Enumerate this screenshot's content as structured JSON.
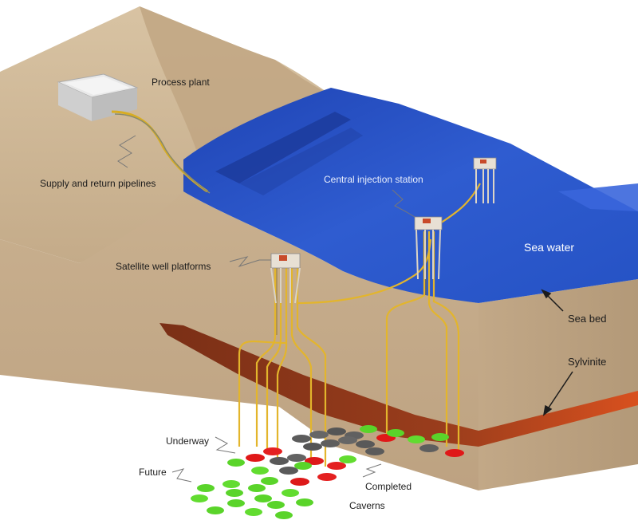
{
  "labels": {
    "process_plant": "Process plant",
    "supply_return": "Supply and return pipelines",
    "central_injection": "Central injection station",
    "sea_water": "Sea water",
    "satellite_platforms": "Satellite well platforms",
    "sea_bed": "Sea bed",
    "sylvinite": "Sylvinite",
    "underway": "Underway",
    "future": "Future",
    "completed": "Completed",
    "caverns": "Caverns"
  },
  "colors": {
    "ground_top": "#cdb594",
    "ground_front": "#c6ad8c",
    "ground_right": "#bea584",
    "sea": "#2d57c8",
    "sylvinite": "#8a3a1e",
    "pipeline": "#e0b52a",
    "cavern_underway": "#e01818",
    "cavern_completed": "#5c5c5c",
    "cavern_future": "#5ad42a"
  }
}
